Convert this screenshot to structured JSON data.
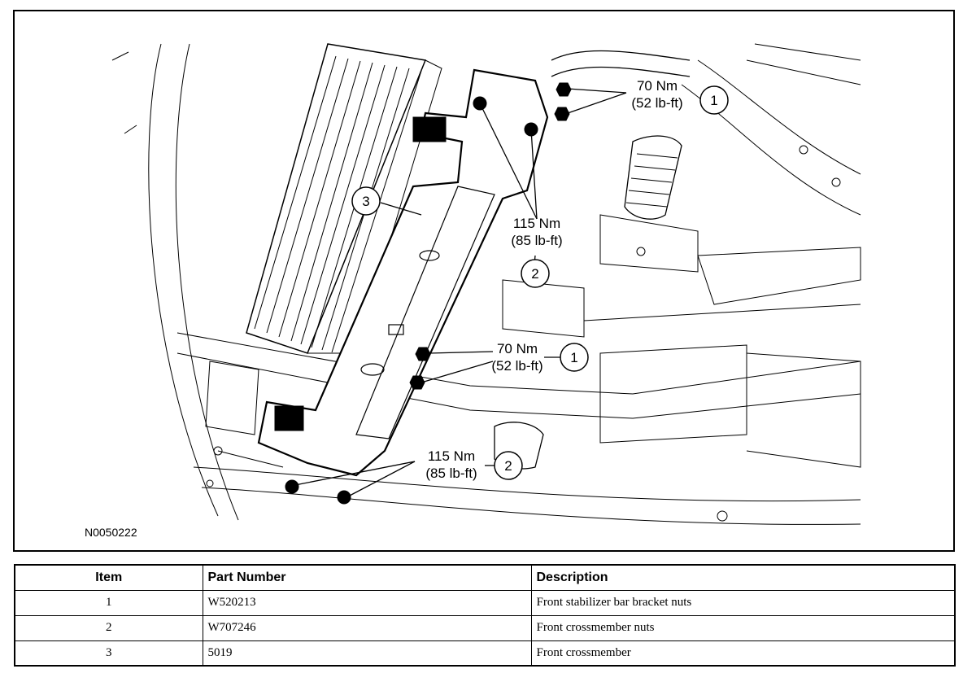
{
  "figure": {
    "id": "N0050222",
    "callouts": [
      {
        "item": "1",
        "torque": "70 Nm",
        "torque_imperial": "(52 lb-ft)"
      },
      {
        "item": "2",
        "torque": "115 Nm",
        "torque_imperial": "(85 lb-ft)"
      },
      {
        "item": "3"
      },
      {
        "item": "2"
      },
      {
        "item": "1",
        "torque": "70 Nm",
        "torque_imperial": "(52 lb-ft)"
      },
      {
        "item": "2",
        "torque": "115 Nm",
        "torque_imperial": "(85 lb-ft)"
      }
    ]
  },
  "table": {
    "headers": {
      "item": "Item",
      "part_number": "Part Number",
      "description": "Description"
    },
    "rows": [
      {
        "item": "1",
        "part_number": "W520213",
        "description": "Front stabilizer bar bracket nuts"
      },
      {
        "item": "2",
        "part_number": "W707246",
        "description": "Front crossmember nuts"
      },
      {
        "item": "3",
        "part_number": "5019",
        "description": "Front crossmember"
      }
    ]
  }
}
